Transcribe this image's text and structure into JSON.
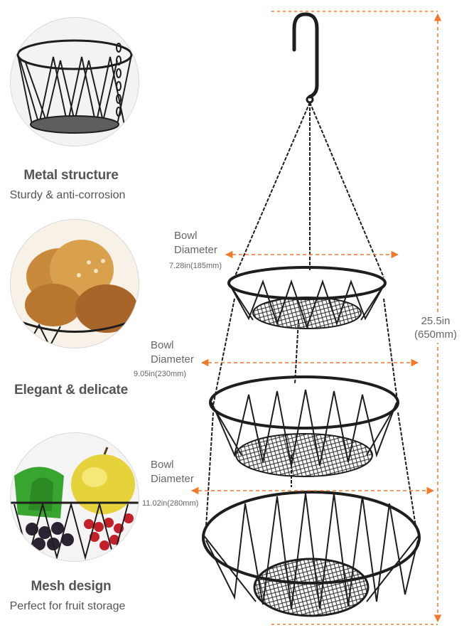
{
  "colors": {
    "accent": "#f07a2a",
    "wire": "#1e1e1e",
    "text": "#555555"
  },
  "features": [
    {
      "title": "Metal structure",
      "subtitle": "Sturdy & anti-corrosion",
      "image": "basket-closeup"
    },
    {
      "title": "Elegant & delicate",
      "subtitle": "",
      "image": "bread-basket"
    },
    {
      "title": "Mesh design",
      "subtitle": "Perfect for fruit storage",
      "image": "fruit-basket"
    }
  ],
  "dimensions": {
    "bowls": [
      {
        "line1": "Bowl",
        "line2": "Diameter",
        "value": "7.28in(185mm)"
      },
      {
        "line1": "Bowl",
        "line2": "Diameter",
        "value": "9.05in(230mm)"
      },
      {
        "line1": "Bowl",
        "line2": "Diameter",
        "value": "11.02in(280mm)"
      }
    ],
    "height": {
      "line1": "25.5in",
      "line2": "(650mm)"
    }
  }
}
